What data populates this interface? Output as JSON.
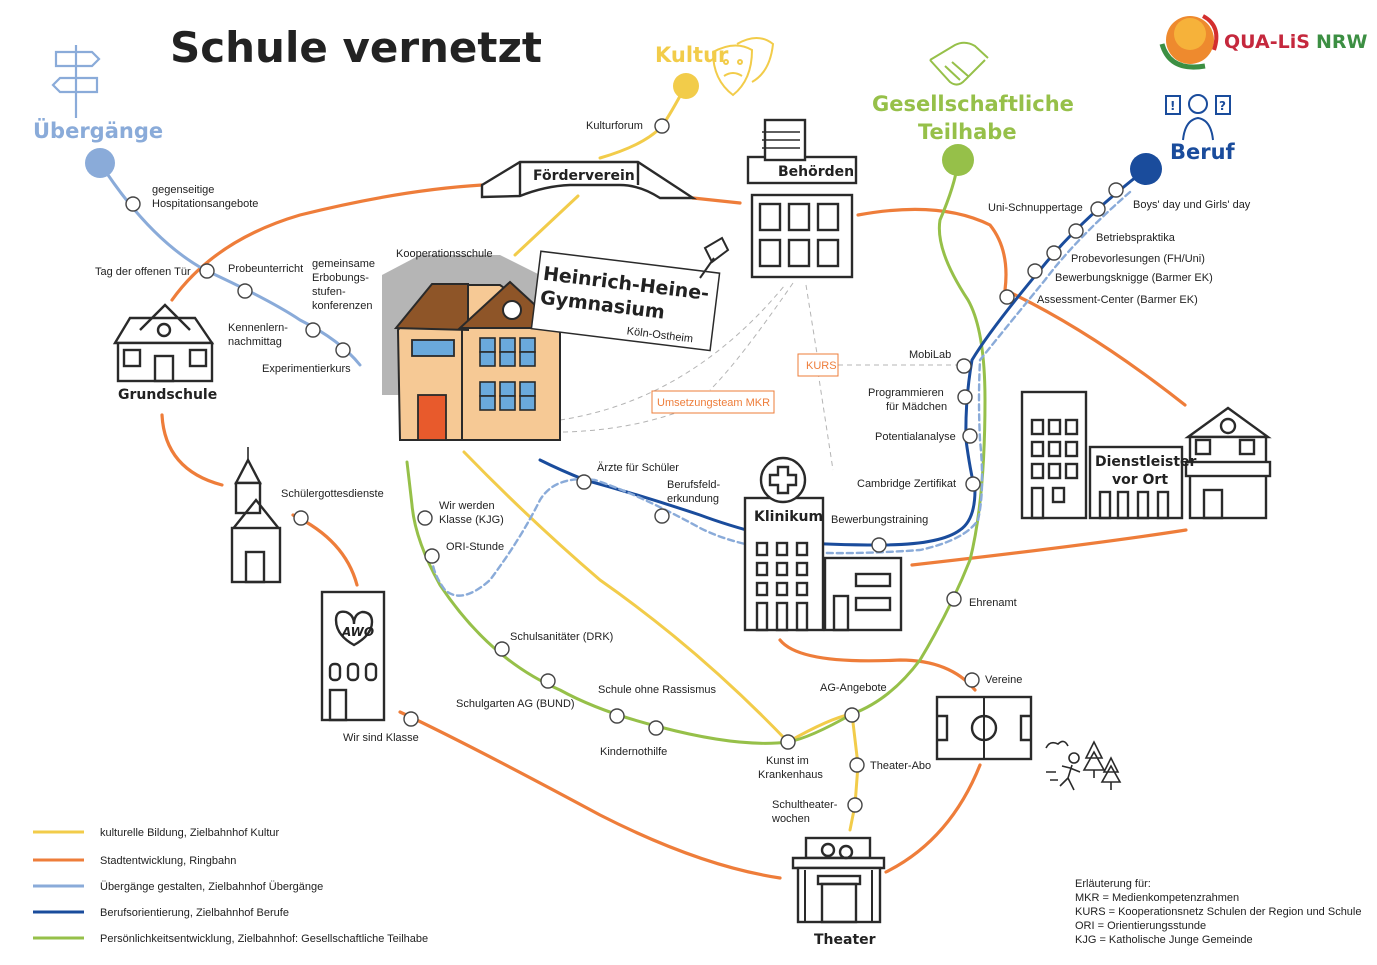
{
  "title": "Schule vernetzt",
  "logo": {
    "text_a": "QUA-LiS",
    "text_b": "NRW"
  },
  "destinations": {
    "uebergaenge": "Übergänge",
    "kultur": "Kultur",
    "teilhabe_1": "Gesellschaftliche",
    "teilhabe_2": "Teilhabe",
    "beruf": "Beruf"
  },
  "places": {
    "foerderverein": "Förderverein",
    "behoerden": "Behörden",
    "kooperationsschule": "Kooperationsschule",
    "school_name_1": "Heinrich-Heine-",
    "school_name_2": "Gymnasium",
    "school_city": "Köln-Ostheim",
    "grundschule": "Grundschule",
    "klinikum": "Klinikum",
    "dienstleister_1": "Dienstleister",
    "dienstleister_2": "vor Ort",
    "awo": "AWO",
    "theater": "Theater"
  },
  "tags": {
    "kurs": "KURS",
    "mkr": "Umsetzungsteam MKR"
  },
  "stations": {
    "hospitation_1": "gegenseitige",
    "hospitation_2": "Hospitationsangebote",
    "tag_offen": "Tag der offenen Tür",
    "probeunterricht": "Probeunterricht",
    "erbobung_1": "gemeinsame",
    "erbobung_2": "Erbobungs-",
    "erbobung_3": "stufen-",
    "erbobung_4": "konferenzen",
    "kennenlern_1": "Kennenlern-",
    "kennenlern_2": "nachmittag",
    "experimentierkurs": "Experimentierkurs",
    "kulturforum": "Kulturforum",
    "uni": "Uni-Schnuppertage",
    "boys": "Boys' day und Girls' day",
    "betriebspraktika": "Betriebspraktika",
    "probevorlesungen": "Probevorlesungen (FH/Uni)",
    "knigge": "Bewerbungsknigge (Barmer EK)",
    "assessment": "Assessment-Center (Barmer EK)",
    "mobilab": "MobiLab",
    "programmieren_1": "Programmieren",
    "programmieren_2": "für Mädchen",
    "potential": "Potentialanalyse",
    "cambridge": "Cambridge Zertifikat",
    "bewerbungstraining": "Bewerbungstraining",
    "aerzte": "Ärzte für Schüler",
    "berufsfeld_1": "Berufsfeld-",
    "berufsfeld_2": "erkundung",
    "gottesdienste": "Schülergottesdienste",
    "klasse_kjg_1": "Wir werden",
    "klasse_kjg_2": "Klasse (KJG)",
    "ori": "ORI-Stunde",
    "sanitaeter": "Schulsanitäter (DRK)",
    "schulgarten": "Schulgarten AG (BUND)",
    "rassismus": "Schule ohne Rassismus",
    "kindernothilfe": "Kindernothilfe",
    "wir_klasse": "Wir sind Klasse",
    "kunst_1": "Kunst im",
    "kunst_2": "Krankenhaus",
    "ag": "AG-Angebote",
    "theater_abo": "Theater-Abo",
    "theaterwochen_1": "Schultheater-",
    "theaterwochen_2": "wochen",
    "ehrenamt": "Ehrenamt",
    "vereine": "Vereine"
  },
  "legend": [
    {
      "label": "kulturelle Bildung, Zielbahnhof Kultur",
      "color": "#f2cc4a"
    },
    {
      "label": "Stadtentwicklung, Ringbahn",
      "color": "#ee7d3a"
    },
    {
      "label": "Übergänge gestalten, Zielbahnhof Übergänge",
      "color": "#8aabd9"
    },
    {
      "label": "Berufsorientierung, Zielbahnhof Berufe",
      "color": "#1a4c9c"
    },
    {
      "label": "Persönlichkeitsentwicklung, Zielbahnhof: Gesellschaftliche Teilhabe",
      "color": "#96c049"
    }
  ],
  "glossary": [
    "Erläuterung für:",
    "MKR = Medienkompetenzrahmen",
    "KURS = Kooperationsnetz Schulen der Region und Schule",
    "ORI = Orientierungsstunde",
    "KJG = Katholische Junge Gemeinde"
  ],
  "colors": {
    "kultur": "#f2cc4a",
    "ring": "#ee7d3a",
    "uebergaenge": "#8aabd9",
    "beruf": "#1a4c9c",
    "teilhabe": "#96c049",
    "school_wall": "#f6c995",
    "school_roof": "#8e5528",
    "door": "#e85a2c"
  },
  "icons": [
    "signpost-icon",
    "theater-masks-icon",
    "handshake-icon",
    "job-question-icon",
    "pushpin-icon",
    "jogger-icon",
    "tree-icon",
    "cross-icon"
  ]
}
